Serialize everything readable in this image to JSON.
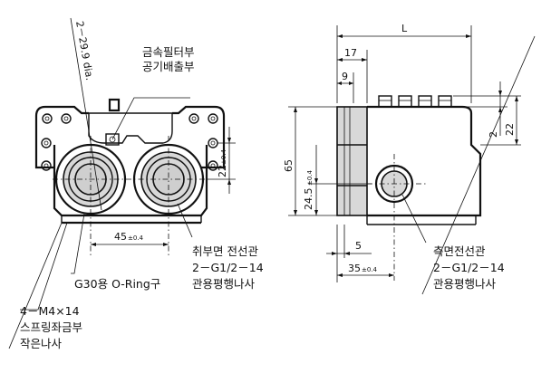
{
  "labels": {
    "filter_exhaust_line1": "금속필터부",
    "filter_exhaust_line2": "공기배출부",
    "bottom_conduit_line1": "취부면 전선관",
    "bottom_conduit_line2": "2－G1/2－14",
    "bottom_conduit_line3": "관용평행나사",
    "side_conduit_line1": "측면전선관",
    "side_conduit_line2": "2－G1/2－14",
    "side_conduit_line3": "관용평행나사",
    "oring": "G30용 O-Ring구",
    "screw_line1": "4－M4×14",
    "screw_line2": "스프링좌금부",
    "screw_line3": "작은나사"
  },
  "dimensions": {
    "dia": "2－29.9 dia.",
    "pitch_front": "45",
    "pitch_front_tol": "±0.4",
    "height_22_front": "22",
    "height_22_front_tol": "±0.4",
    "L": "L",
    "d17": "17",
    "d9": "9",
    "d65": "65",
    "d24_5": "24.5",
    "d24_5_tol": "±0.4",
    "d2": "2",
    "d22": "22",
    "d5": "5",
    "d35": "35",
    "d35_tol": "±0.4"
  }
}
